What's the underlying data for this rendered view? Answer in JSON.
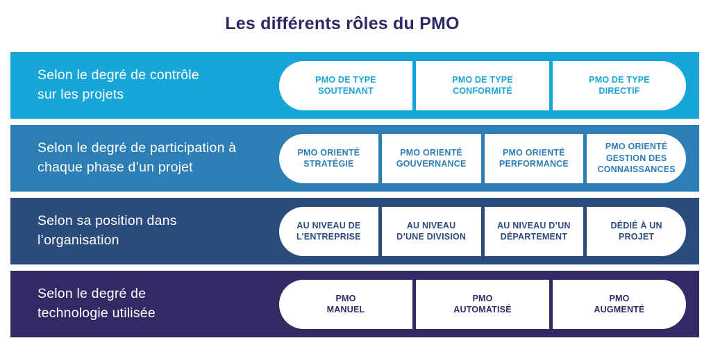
{
  "title": "Les différents rôles du PMO",
  "colors": {
    "background": "#FFFFFF",
    "title_text": "#2D2963",
    "label_text": "#FFFFFF",
    "pill_background": "#FFFFFF"
  },
  "rows": [
    {
      "name": "control-degree",
      "label": "Selon le degré de contrôle\nsur les projets",
      "color": "#18A6D9",
      "pills": [
        "PMO DE TYPE\nSOUTENANT",
        "PMO DE TYPE\nCONFORMITÉ",
        "PMO DE TYPE\nDIRECTIF"
      ]
    },
    {
      "name": "participation-degree",
      "label": "Selon le degré de participation à\nchaque phase d’un projet",
      "color": "#2C7EB5",
      "pills": [
        "PMO ORIENTÉ\nSTRATÉGIE",
        "PMO ORIENTÉ\nGOUVERNANCE",
        "PMO ORIENTÉ\nPERFORMANCE",
        "PMO ORIENTÉ\nGESTION DES\nCONNAISSANCES"
      ]
    },
    {
      "name": "organisation-position",
      "label": "Selon sa position dans\nl’organisation",
      "color": "#2B4B7C",
      "pills": [
        "AU NIVEAU DE\nL’ENTREPRISE",
        "AU NIVEAU\nD’UNE DIVISION",
        "AU NIVEAU D’UN\nDÉPARTEMENT",
        "DÉDIÉ À UN\nPROJET"
      ]
    },
    {
      "name": "technology-degree",
      "label": "Selon le degré de\ntechnologie utilisée",
      "color": "#312A64",
      "pills": [
        "PMO\nMANUEL",
        "PMO\nAUTOMATISÉ",
        "PMO\nAUGMENTÉ"
      ]
    }
  ]
}
